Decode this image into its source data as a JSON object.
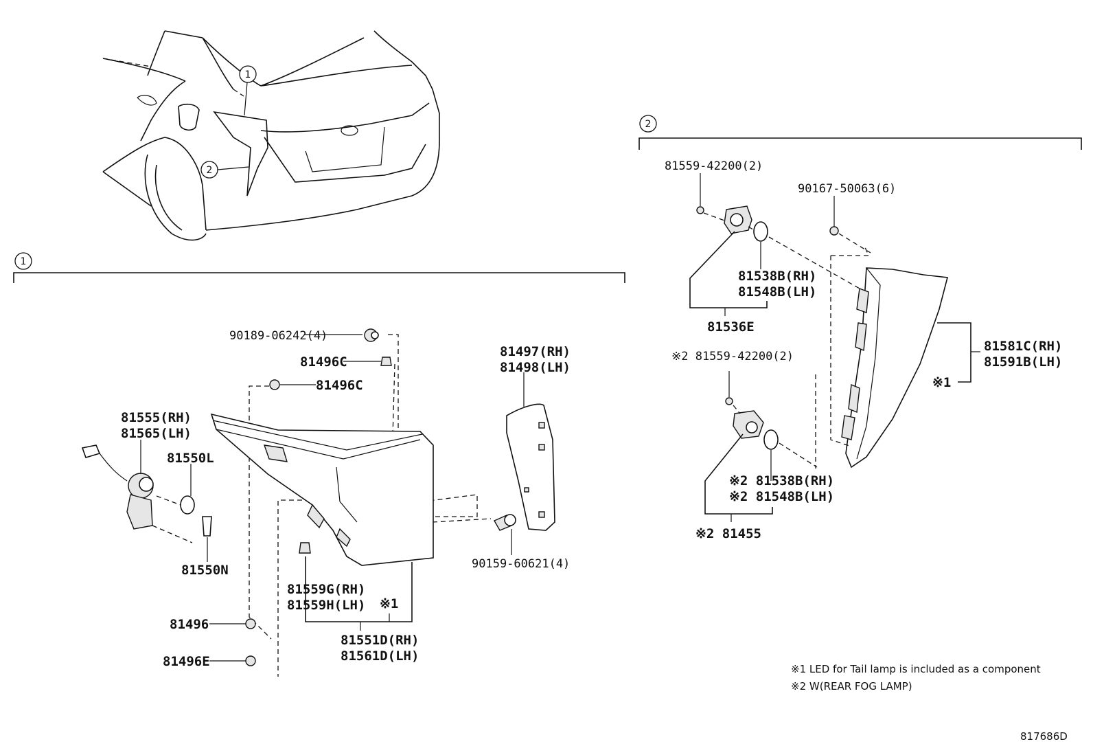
{
  "diagram_id": "817686D",
  "callouts": {
    "c1": "1",
    "c2": "2"
  },
  "section1": {
    "parts": {
      "p90189": "90189-06242(4)",
      "p81496C_a": "81496C",
      "p81496C_b": "81496C",
      "p81497": "81497(RH)",
      "p81498": "81498(LH)",
      "p81555": "81555(RH)",
      "p81565": "81565(LH)",
      "p81550L": "81550L",
      "p81550N": "81550N",
      "p90159": "90159-60621(4)",
      "p81559G": "81559G(RH)",
      "p81559H": "81559H(LH)",
      "p81551D": "81551D(RH)",
      "p81561D": "81561D(LH)",
      "p81496": "81496",
      "p81496E": "81496E",
      "mark1": "※1"
    }
  },
  "section2": {
    "parts": {
      "p81559_top": "81559-42200(2)",
      "p90167": "90167-50063(6)",
      "p81538B_top": "81538B(RH)",
      "p81548B_top": "81548B(LH)",
      "p81536E": "81536E",
      "p81559_bot": "※2 81559-42200(2)",
      "p81581C": "81581C(RH)",
      "p81591B": "81591B(LH)",
      "mark1": "※1",
      "p81538B_bot": "※2 81538B(RH)",
      "p81548B_bot": "※2 81548B(LH)",
      "p81455": "※2 81455"
    }
  },
  "notes": {
    "note1": "※1 LED for Tail lamp is included as a component",
    "note2": "※2 W(REAR FOG LAMP)"
  },
  "icons": [
    "car-rear-view-illustration",
    "tail-lamp-assembly",
    "bulb-socket",
    "bulb",
    "clip",
    "bolt",
    "grommet",
    "cover-panel"
  ]
}
